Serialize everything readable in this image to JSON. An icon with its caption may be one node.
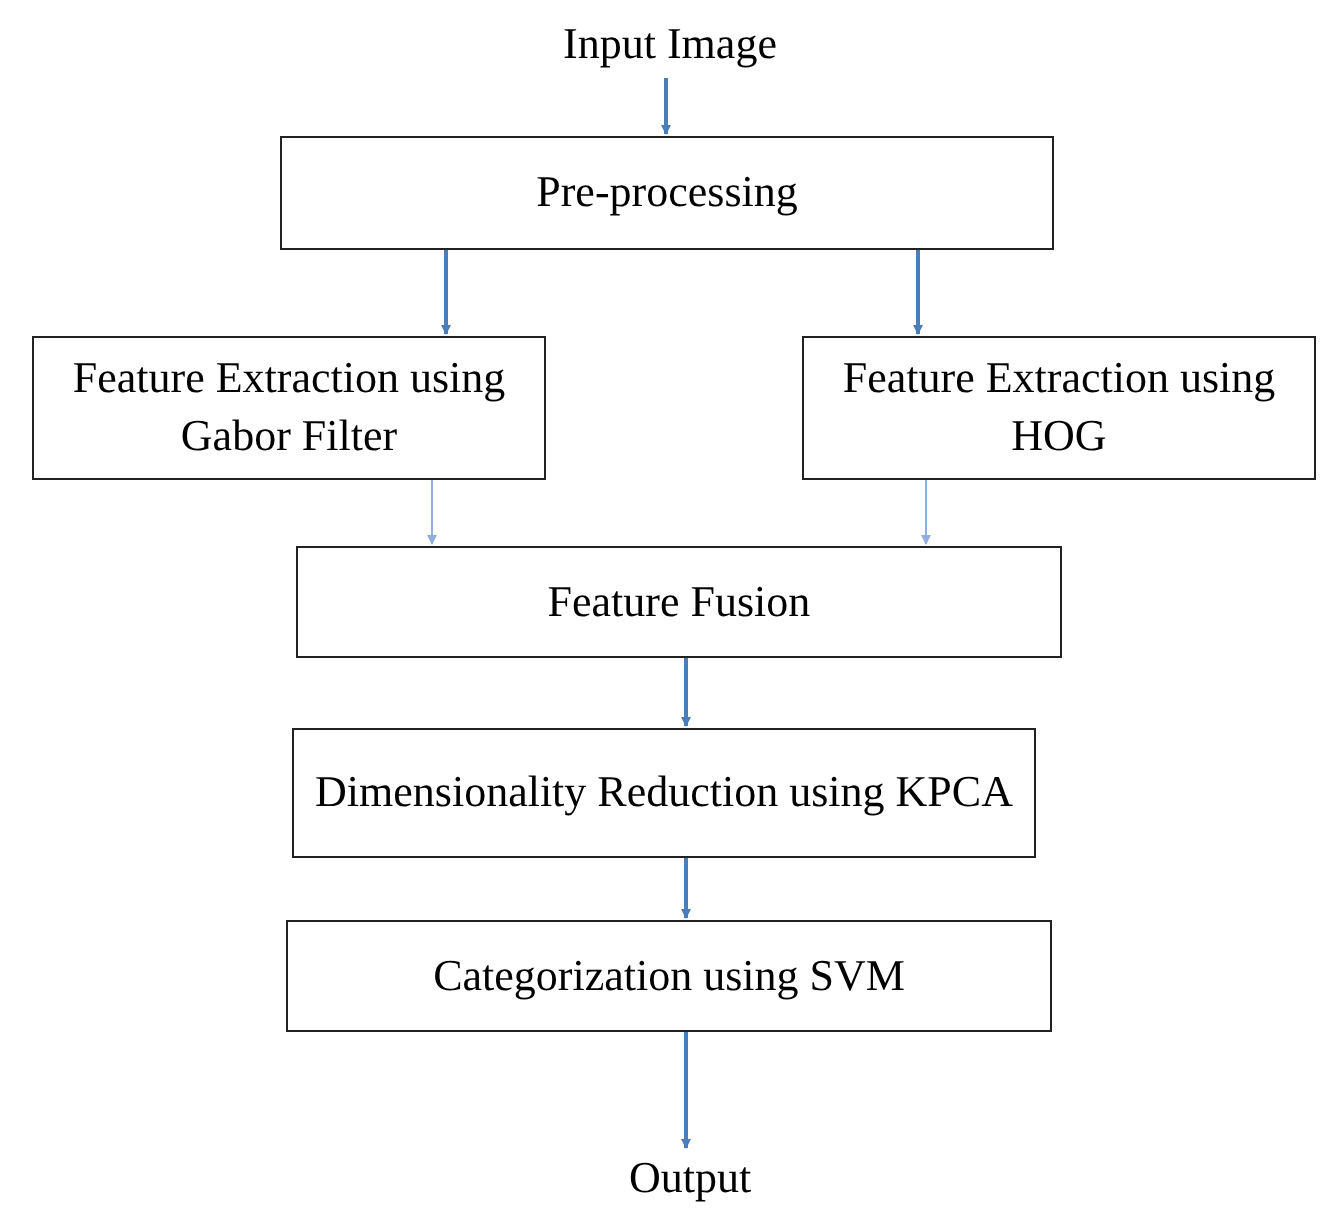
{
  "diagram": {
    "nodes": [
      {
        "text": [
          "Input Image"
        ]
      },
      {
        "text": [
          "Pre-processing"
        ]
      },
      {
        "text": [
          "Feature Extraction using Gabor Filter"
        ]
      },
      {
        "text": [
          "Feature Extraction using HOG"
        ]
      },
      {
        "text": [
          "Feature Fusion"
        ]
      },
      {
        "text": [
          "Dimensionality Reduction using KPCA"
        ]
      },
      {
        "text": [
          "Categorization using SVM"
        ]
      },
      {
        "text": [
          "Output"
        ]
      }
    ],
    "edges": [
      {
        "from": 0,
        "to": 1,
        "arrow": "to"
      },
      {
        "from": 1,
        "to": 2,
        "arrow": "to"
      },
      {
        "from": 1,
        "to": 3,
        "arrow": "to"
      },
      {
        "from": 2,
        "to": 4,
        "arrow": "to",
        "color": "#8fb0de"
      },
      {
        "from": 3,
        "to": 4,
        "arrow": "to",
        "color": "#8fb0de"
      },
      {
        "from": 4,
        "to": 5,
        "arrow": "to"
      },
      {
        "from": 5,
        "to": 6,
        "arrow": "to"
      },
      {
        "from": 6,
        "to": 7,
        "arrow": "to"
      }
    ]
  }
}
